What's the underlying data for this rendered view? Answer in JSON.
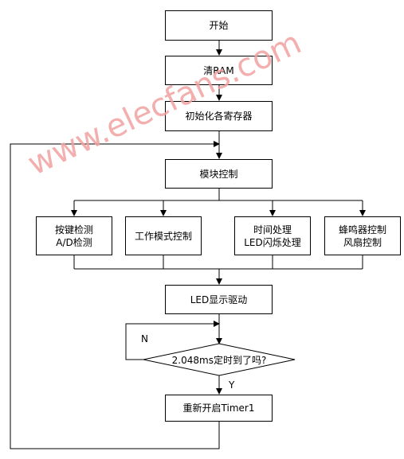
{
  "watermark": "www.elecfans.com",
  "nodes": {
    "start": "开始",
    "clear_ram": "清RAM",
    "init_registers": "初始化各寄存器",
    "module_control": "模块控制",
    "key_detect": [
      "按键检测",
      "A/D检测"
    ],
    "work_mode": "工作模式控制",
    "time_process": [
      "时间处理",
      "LED闪烁处理"
    ],
    "buzzer_fan": [
      "蜂鸣器控制",
      "风扇控制"
    ],
    "led_drive": "LED显示驱动",
    "decision": "2.048ms定时到了吗?",
    "restart_timer": "重新开启Timer1"
  },
  "labels": {
    "no": "N",
    "yes": "Y"
  }
}
